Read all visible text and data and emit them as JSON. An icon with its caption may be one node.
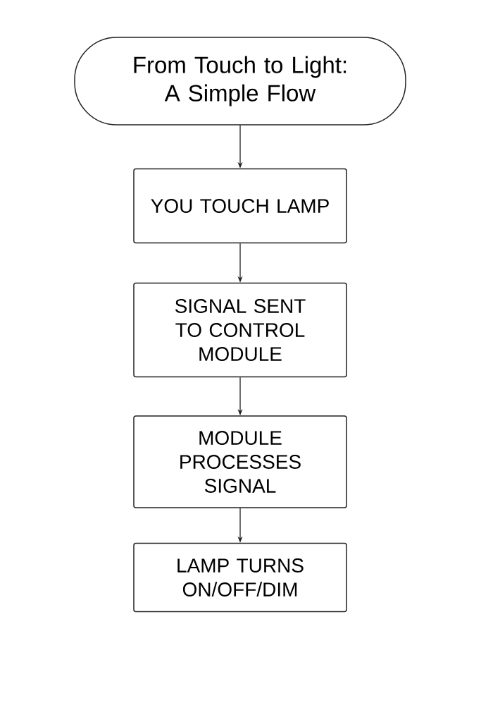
{
  "diagram": {
    "nodes": [
      {
        "text": [
          "From Touch to Light: A Simple Flow"
        ]
      },
      {
        "text": [
          "YOU TOUCH LAMP"
        ]
      },
      {
        "text": [
          "SIGNAL SENT TO CONTROL MODULE"
        ]
      },
      {
        "text": [
          "MODULE PROCESSES SIGNAL"
        ]
      },
      {
        "text": [
          "LAMP TURNS ON/OFF/DIM"
        ]
      }
    ],
    "edges": [
      {
        "from": 0,
        "to": 1,
        "arrow": "to"
      },
      {
        "from": 1,
        "to": 2,
        "arrow": "to"
      },
      {
        "from": 2,
        "to": 3,
        "arrow": "to"
      },
      {
        "from": 3,
        "to": 4,
        "arrow": "to"
      }
    ]
  }
}
